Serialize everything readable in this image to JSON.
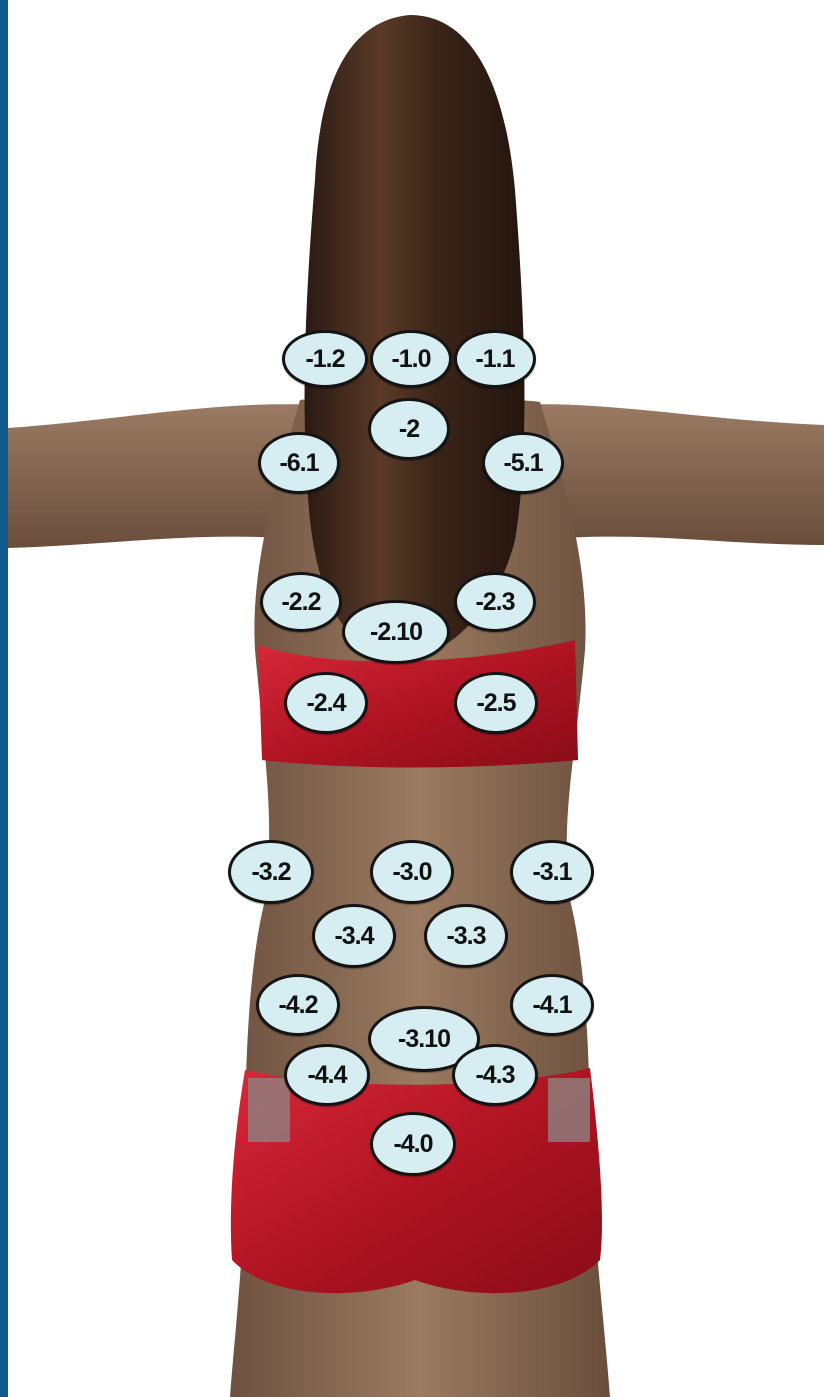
{
  "colors": {
    "edge_bar": "#0f5a8a",
    "marker_fill": "#d6eef2",
    "skin": "#8a6a52",
    "hair": "#3a2418",
    "garment": "#c21a2a"
  },
  "markers": [
    {
      "id": "m-1-2",
      "label": "-1.2"
    },
    {
      "id": "m-1-0",
      "label": "-1.0"
    },
    {
      "id": "m-1-1",
      "label": "-1.1"
    },
    {
      "id": "m-2",
      "label": "-2"
    },
    {
      "id": "m-6-1",
      "label": "-6.1"
    },
    {
      "id": "m-5-1",
      "label": "-5.1"
    },
    {
      "id": "m-2-2",
      "label": "-2.2"
    },
    {
      "id": "m-2-3",
      "label": "-2.3"
    },
    {
      "id": "m-2-10",
      "label": "-2.10"
    },
    {
      "id": "m-2-4",
      "label": "-2.4"
    },
    {
      "id": "m-2-5",
      "label": "-2.5"
    },
    {
      "id": "m-3-2",
      "label": "-3.2"
    },
    {
      "id": "m-3-0",
      "label": "-3.0"
    },
    {
      "id": "m-3-1",
      "label": "-3.1"
    },
    {
      "id": "m-3-4",
      "label": "-3.4"
    },
    {
      "id": "m-3-3",
      "label": "-3.3"
    },
    {
      "id": "m-4-2",
      "label": "-4.2"
    },
    {
      "id": "m-4-1",
      "label": "-4.1"
    },
    {
      "id": "m-3-10",
      "label": "-3.10"
    },
    {
      "id": "m-4-4",
      "label": "-4.4"
    },
    {
      "id": "m-4-3",
      "label": "-4.3"
    },
    {
      "id": "m-4-0",
      "label": "-4.0"
    }
  ]
}
